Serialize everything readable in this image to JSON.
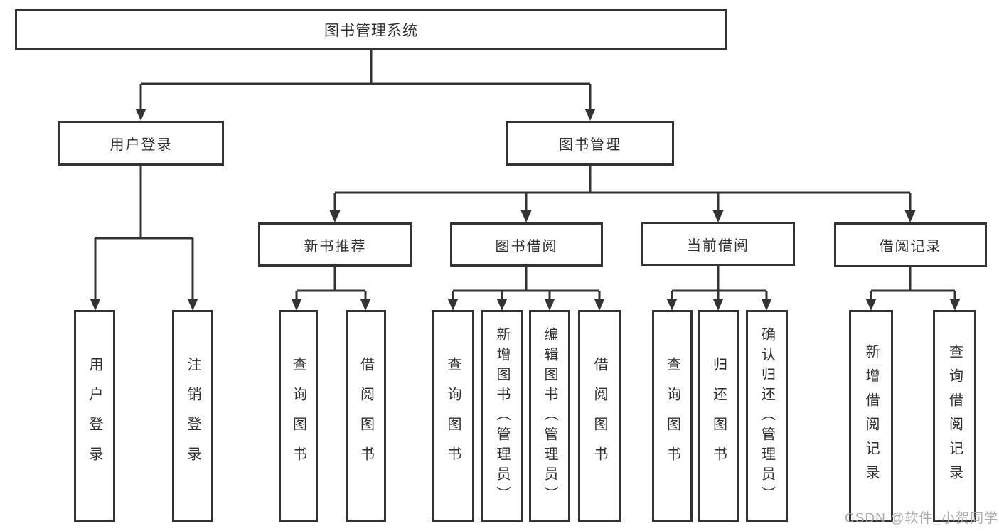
{
  "diagram": {
    "type": "hierarchy",
    "title": "图书管理系统",
    "watermark": "CSDN @软件_小贺同学",
    "colors": {
      "line": "#333333",
      "box_border": "#333333",
      "box_fill": "#ffffff",
      "text": "#2f2f2f",
      "watermark": "#a6a6a6"
    },
    "nodes": {
      "root": {
        "label": "图书管理系统",
        "level": 1
      },
      "user_login": {
        "label": "用户登录",
        "level": 2
      },
      "book_mgmt": {
        "label": "图书管理",
        "level": 2
      },
      "new_book_rec": {
        "label": "新书推荐",
        "level": 3
      },
      "book_borrow": {
        "label": "图书借阅",
        "level": 3
      },
      "current_borrow": {
        "label": "当前借阅",
        "level": 3
      },
      "borrow_record": {
        "label": "借阅记录",
        "level": 3
      },
      "login": {
        "label": "用户登录",
        "level": 4
      },
      "logout": {
        "label": "注销登录",
        "level": 4
      },
      "rec_query_book": {
        "label": "查询图书",
        "level": 4
      },
      "rec_borrow_book": {
        "label": "借阅图书",
        "level": 4
      },
      "bor_query_book": {
        "label": "查询图书",
        "level": 4
      },
      "bor_add_book": {
        "label": "新增图书（管理员）",
        "level": 4
      },
      "bor_edit_book": {
        "label": "编辑图书（管理员）",
        "level": 4
      },
      "bor_borrow_book": {
        "label": "借阅图书",
        "level": 4
      },
      "cur_query_book": {
        "label": "查询图书",
        "level": 4
      },
      "cur_return_book": {
        "label": "归还图书",
        "level": 4
      },
      "cur_confirm_return": {
        "label": "确认归还（管理员）",
        "level": 4
      },
      "rec_add_record": {
        "label": "新增借阅记录",
        "level": 4
      },
      "rec_query_record": {
        "label": "查询借阅记录",
        "level": 4
      }
    },
    "edges": [
      [
        "root",
        "user_login"
      ],
      [
        "root",
        "book_mgmt"
      ],
      [
        "user_login",
        "login"
      ],
      [
        "user_login",
        "logout"
      ],
      [
        "book_mgmt",
        "new_book_rec"
      ],
      [
        "book_mgmt",
        "book_borrow"
      ],
      [
        "book_mgmt",
        "current_borrow"
      ],
      [
        "book_mgmt",
        "borrow_record"
      ],
      [
        "new_book_rec",
        "rec_query_book"
      ],
      [
        "new_book_rec",
        "rec_borrow_book"
      ],
      [
        "book_borrow",
        "bor_query_book"
      ],
      [
        "book_borrow",
        "bor_add_book"
      ],
      [
        "book_borrow",
        "bor_edit_book"
      ],
      [
        "book_borrow",
        "bor_borrow_book"
      ],
      [
        "current_borrow",
        "cur_query_book"
      ],
      [
        "current_borrow",
        "cur_return_book"
      ],
      [
        "current_borrow",
        "cur_confirm_return"
      ],
      [
        "borrow_record",
        "rec_add_record"
      ],
      [
        "borrow_record",
        "rec_query_record"
      ]
    ]
  }
}
